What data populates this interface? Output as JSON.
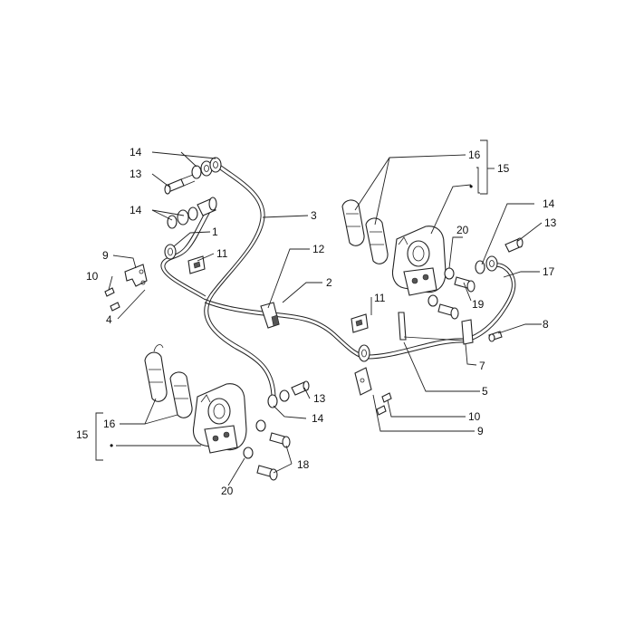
{
  "diagram": {
    "callouts": [
      {
        "id": "c14a",
        "text": "14"
      },
      {
        "id": "c13a",
        "text": "13"
      },
      {
        "id": "c14b",
        "text": "14"
      },
      {
        "id": "c1",
        "text": "1"
      },
      {
        "id": "c3",
        "text": "3"
      },
      {
        "id": "c9a",
        "text": "9"
      },
      {
        "id": "c11a",
        "text": "11"
      },
      {
        "id": "c12",
        "text": "12"
      },
      {
        "id": "c10a",
        "text": "10"
      },
      {
        "id": "c4",
        "text": "4"
      },
      {
        "id": "c2",
        "text": "2"
      },
      {
        "id": "c16a",
        "text": "16"
      },
      {
        "id": "c15a",
        "text": "15"
      },
      {
        "id": "c14c",
        "text": "14"
      },
      {
        "id": "c13b",
        "text": "13"
      },
      {
        "id": "c20a",
        "text": "20"
      },
      {
        "id": "c17",
        "text": "17"
      },
      {
        "id": "c19",
        "text": "19"
      },
      {
        "id": "c11b",
        "text": "11"
      },
      {
        "id": "c8",
        "text": "8"
      },
      {
        "id": "c7",
        "text": "7"
      },
      {
        "id": "c5",
        "text": "5"
      },
      {
        "id": "c13c",
        "text": "13"
      },
      {
        "id": "c14d",
        "text": "14"
      },
      {
        "id": "c10b",
        "text": "10"
      },
      {
        "id": "c9b",
        "text": "9"
      },
      {
        "id": "c16b",
        "text": "16"
      },
      {
        "id": "c15b",
        "text": "15"
      },
      {
        "id": "c18",
        "text": "18"
      },
      {
        "id": "c20b",
        "text": "20"
      }
    ],
    "bullets": {
      "upper": "•",
      "lower": "•"
    },
    "colors": {
      "line": "#222222",
      "text": "#111111",
      "background": "#ffffff"
    }
  }
}
